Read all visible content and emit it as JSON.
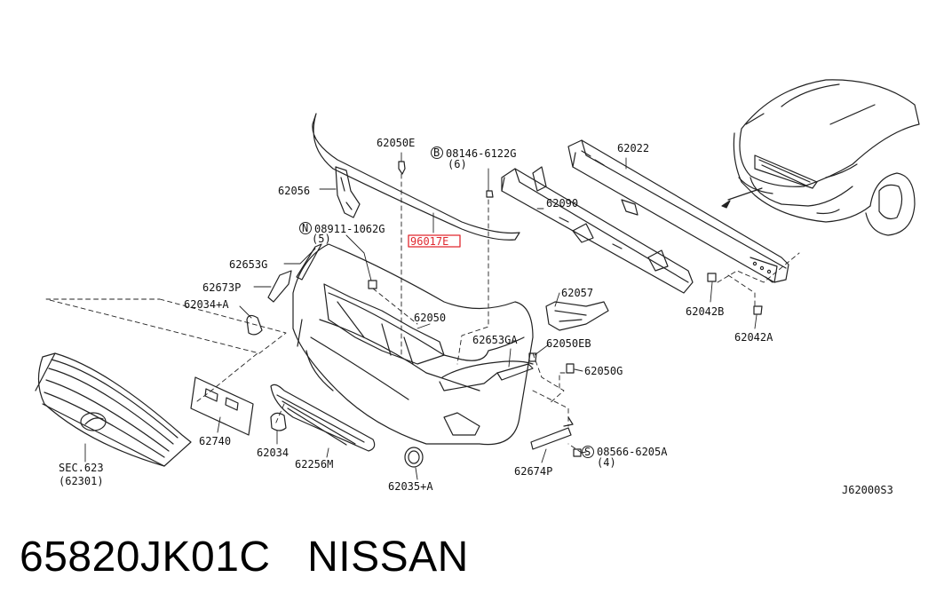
{
  "labels": {
    "p62050E": "62050E",
    "bolt_code": "08146-6122G",
    "bolt_qty": "(6)",
    "p62022": "62022",
    "p62056": "62056",
    "p62090": "62090",
    "nut_code": "08911-1062G",
    "nut_qty": "(5)",
    "p96017E": "96017E",
    "p62653G": "62653G",
    "p62673P": "62673P",
    "p62034A": "62034+A",
    "p62050": "62050",
    "p62057": "62057",
    "p62042B": "62042B",
    "p62042A": "62042A",
    "p62653GA": "62653GA",
    "p62050EB": "62050EB",
    "p62050G": "62050G",
    "p62740": "62740",
    "p62034": "62034",
    "p62256M": "62256M",
    "sec_ref": "SEC.623",
    "sec_part": "(62301)",
    "screw_code": "08566-6205A",
    "screw_qty": "(4)",
    "p62674P": "62674P",
    "p62035A": "62035+A",
    "diagram_id": "J62000S3",
    "symbol_b": "B",
    "symbol_n": "N",
    "symbol_s": "S"
  },
  "caption": {
    "part_number": "65820JK01C",
    "brand": "NISSAN"
  },
  "colors": {
    "line": "#222222",
    "highlight": "#e0282f"
  }
}
